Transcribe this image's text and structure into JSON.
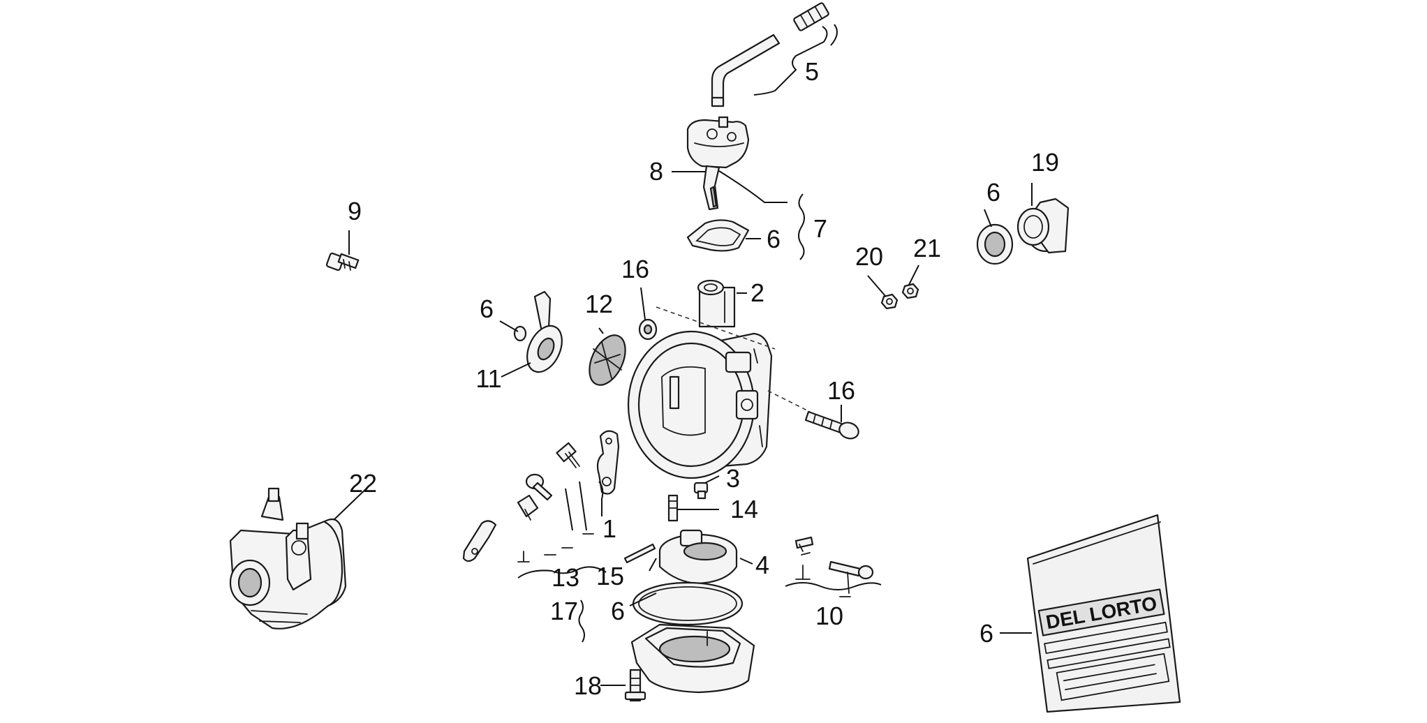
{
  "diagram": {
    "kit_brand": "DEL LORTO"
  },
  "callouts": [
    {
      "id": "c1",
      "number": "1"
    },
    {
      "id": "c2",
      "number": "2"
    },
    {
      "id": "c3",
      "number": "3"
    },
    {
      "id": "c4",
      "number": "4"
    },
    {
      "id": "c5",
      "number": "5"
    },
    {
      "id": "c6a",
      "number": "6"
    },
    {
      "id": "c6b",
      "number": "6"
    },
    {
      "id": "c6c",
      "number": "6"
    },
    {
      "id": "c6d",
      "number": "6"
    },
    {
      "id": "c6e",
      "number": "6"
    },
    {
      "id": "c7",
      "number": "7"
    },
    {
      "id": "c8",
      "number": "8"
    },
    {
      "id": "c9",
      "number": "9"
    },
    {
      "id": "c10",
      "number": "10"
    },
    {
      "id": "c11",
      "number": "11"
    },
    {
      "id": "c12",
      "number": "12"
    },
    {
      "id": "c13",
      "number": "13"
    },
    {
      "id": "c14",
      "number": "14"
    },
    {
      "id": "c15",
      "number": "15"
    },
    {
      "id": "c16a",
      "number": "16"
    },
    {
      "id": "c16b",
      "number": "16"
    },
    {
      "id": "c17",
      "number": "17"
    },
    {
      "id": "c18",
      "number": "18"
    },
    {
      "id": "c19",
      "number": "19"
    },
    {
      "id": "c20",
      "number": "20"
    },
    {
      "id": "c21",
      "number": "21"
    },
    {
      "id": "c22",
      "number": "22"
    }
  ]
}
